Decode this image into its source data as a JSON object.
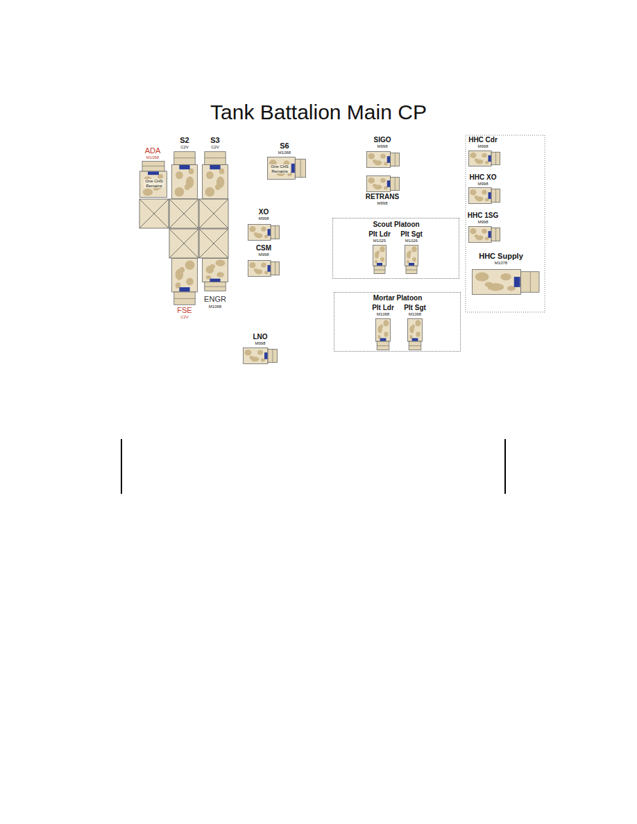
{
  "diagram": {
    "title": "Tank Battalion Main CP",
    "nodes": [
      {
        "text": [
          "ADA",
          "M1068",
          "One CHS Remains"
        ]
      },
      {
        "text": [
          "S2",
          "C2V"
        ]
      },
      {
        "text": [
          "S3",
          "C2V"
        ]
      },
      {
        "text": [
          "S6",
          "M1068",
          "One CHS Remains"
        ]
      },
      {
        "text": [
          "SIGO",
          "M998"
        ]
      },
      {
        "text": [
          "HHC Cdr",
          "M998"
        ]
      },
      {
        "text": [
          "RETRANS",
          "M998"
        ]
      },
      {
        "text": [
          "HHC XO",
          "M998"
        ]
      },
      {
        "text": [
          "XO",
          "M998"
        ]
      },
      {
        "text": [
          "Scout Platoon"
        ]
      },
      {
        "text": [
          "Plt Ldr",
          "M1025"
        ],
        "in": 9
      },
      {
        "text": [
          "Plt Sgt",
          "M1026"
        ],
        "in": 9
      },
      {
        "text": [
          "HHC 1SG",
          "M998"
        ]
      },
      {
        "text": [
          "CSM",
          "M998"
        ]
      },
      {
        "text": [
          "HHC Supply",
          "M1078"
        ]
      },
      {
        "text": [
          "Mortar Platoon"
        ]
      },
      {
        "text": [
          "Plt Ldr",
          "M1068"
        ],
        "in": 15
      },
      {
        "text": [
          "Plt Sgt",
          "M1068"
        ],
        "in": 15
      },
      {
        "text": [
          "FSE",
          "C2V"
        ]
      },
      {
        "text": [
          "ENGR",
          "M1068"
        ]
      },
      {
        "text": [
          "LNO",
          "M998"
        ]
      }
    ]
  }
}
